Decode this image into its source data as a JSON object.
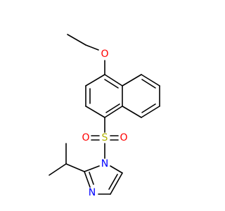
{
  "molecule": {
    "atoms": {
      "oxygen_ether": "O",
      "sulfur": "S",
      "oxygen_sulfonyl_left": "O",
      "oxygen_sulfonyl_right": "O",
      "nitrogen_1": "N",
      "nitrogen_3": "N"
    }
  },
  "colors": {
    "bond": "#000000",
    "oxygen": "#ff0000",
    "sulfur": "#b3b300",
    "nitrogen": "#0000ff"
  }
}
